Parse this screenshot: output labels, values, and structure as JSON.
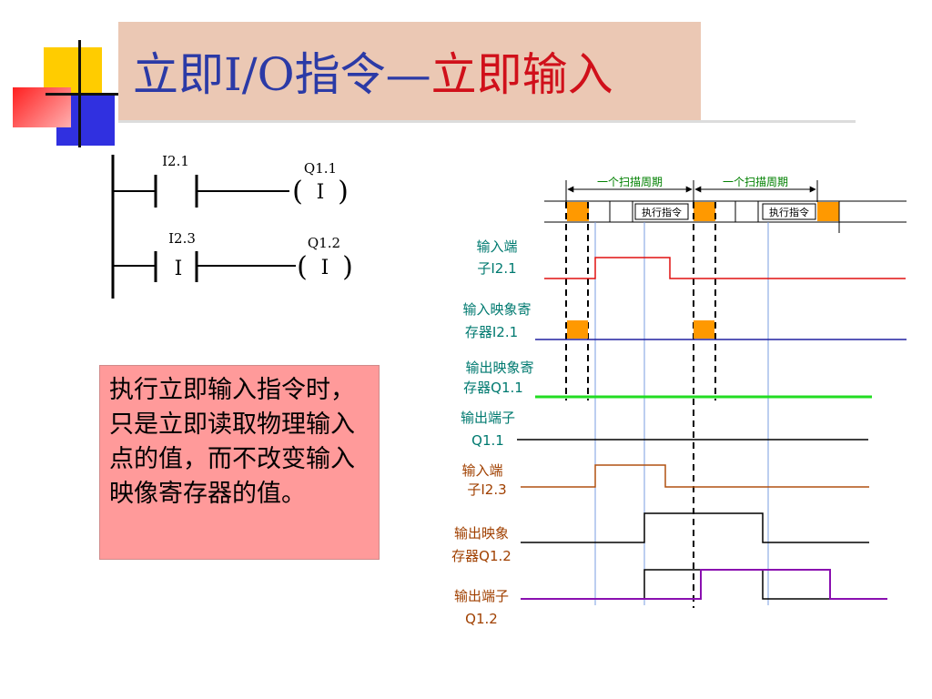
{
  "title": {
    "part1": "立即I/O指令—",
    "part2": "立即输入"
  },
  "ladder": {
    "rung1_contact": "I2.1",
    "rung1_coil": "Q1.1",
    "rung1_coil_mark": "I",
    "rung2_contact": "I2.3",
    "rung2_contact_mark": "I",
    "rung2_coil": "Q1.2",
    "rung2_coil_mark": "I"
  },
  "note": {
    "text": "执行立即输入指令时，只是立即读取物理输入点的值，而不改变输入映像寄存器的值。"
  },
  "timing": {
    "scan_label_1": "一个扫描周期",
    "scan_label_2": "一个扫描周期",
    "exec_label_1": "执行指令",
    "exec_label_2": "执行指令",
    "signals": [
      {
        "line1": "输入端",
        "line2": "子I2.1"
      },
      {
        "line1": "输入映象寄",
        "line2": "存器I2.1"
      },
      {
        "line1": "输出映象寄",
        "line2": "存器Q1.1"
      },
      {
        "line1": "输出端子",
        "line2": "Q1.1"
      },
      {
        "line1": "输入端",
        "line2": "子I2.3"
      },
      {
        "line1": "输出映象",
        "line2": "存器Q1.2"
      },
      {
        "line1": "输出端子",
        "line2": "Q1.2"
      }
    ]
  },
  "colors": {
    "title_blue": "#2b3aa6",
    "title_red": "#d0101a",
    "title_bg": "#ebc8b4",
    "note_bg": "#ff9a9a",
    "sig_red": "#e01010",
    "sig_blue": "#2020a0",
    "sig_green": "#22dd22",
    "sig_brown": "#b05010",
    "sig_purple": "#8a10b0",
    "label_green": "#007a70",
    "label_brown": "#a04000",
    "scan_green": "#008000",
    "exec_orange": "#ff9900"
  }
}
